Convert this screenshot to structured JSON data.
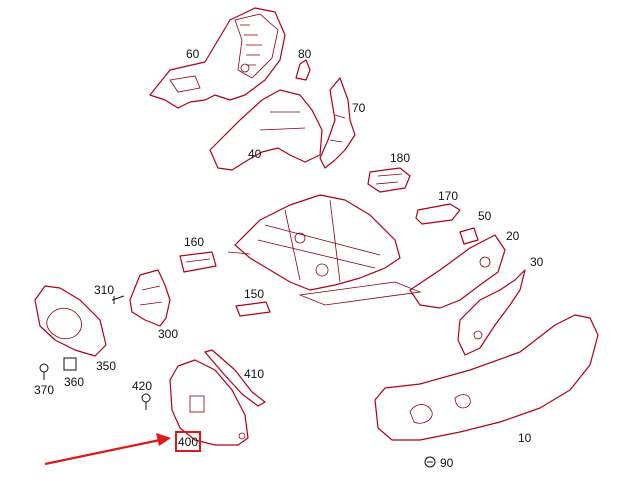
{
  "labels": {
    "p60": "60",
    "p80": "80",
    "p70": "70",
    "p40": "40",
    "p180": "180",
    "p170": "170",
    "p50": "50",
    "p20": "20",
    "p30": "30",
    "p160": "160",
    "p310": "310",
    "p150": "150",
    "p300": "300",
    "p350": "350",
    "p370": "370",
    "p360": "360",
    "p420": "420",
    "p410": "410",
    "p400": "400",
    "p10": "10",
    "p90": "90"
  },
  "highlight": {
    "target": "p400",
    "color": "#e01818"
  },
  "colors": {
    "line_art": "#b0001a",
    "text": "#111111",
    "annotation": "#e01818"
  }
}
